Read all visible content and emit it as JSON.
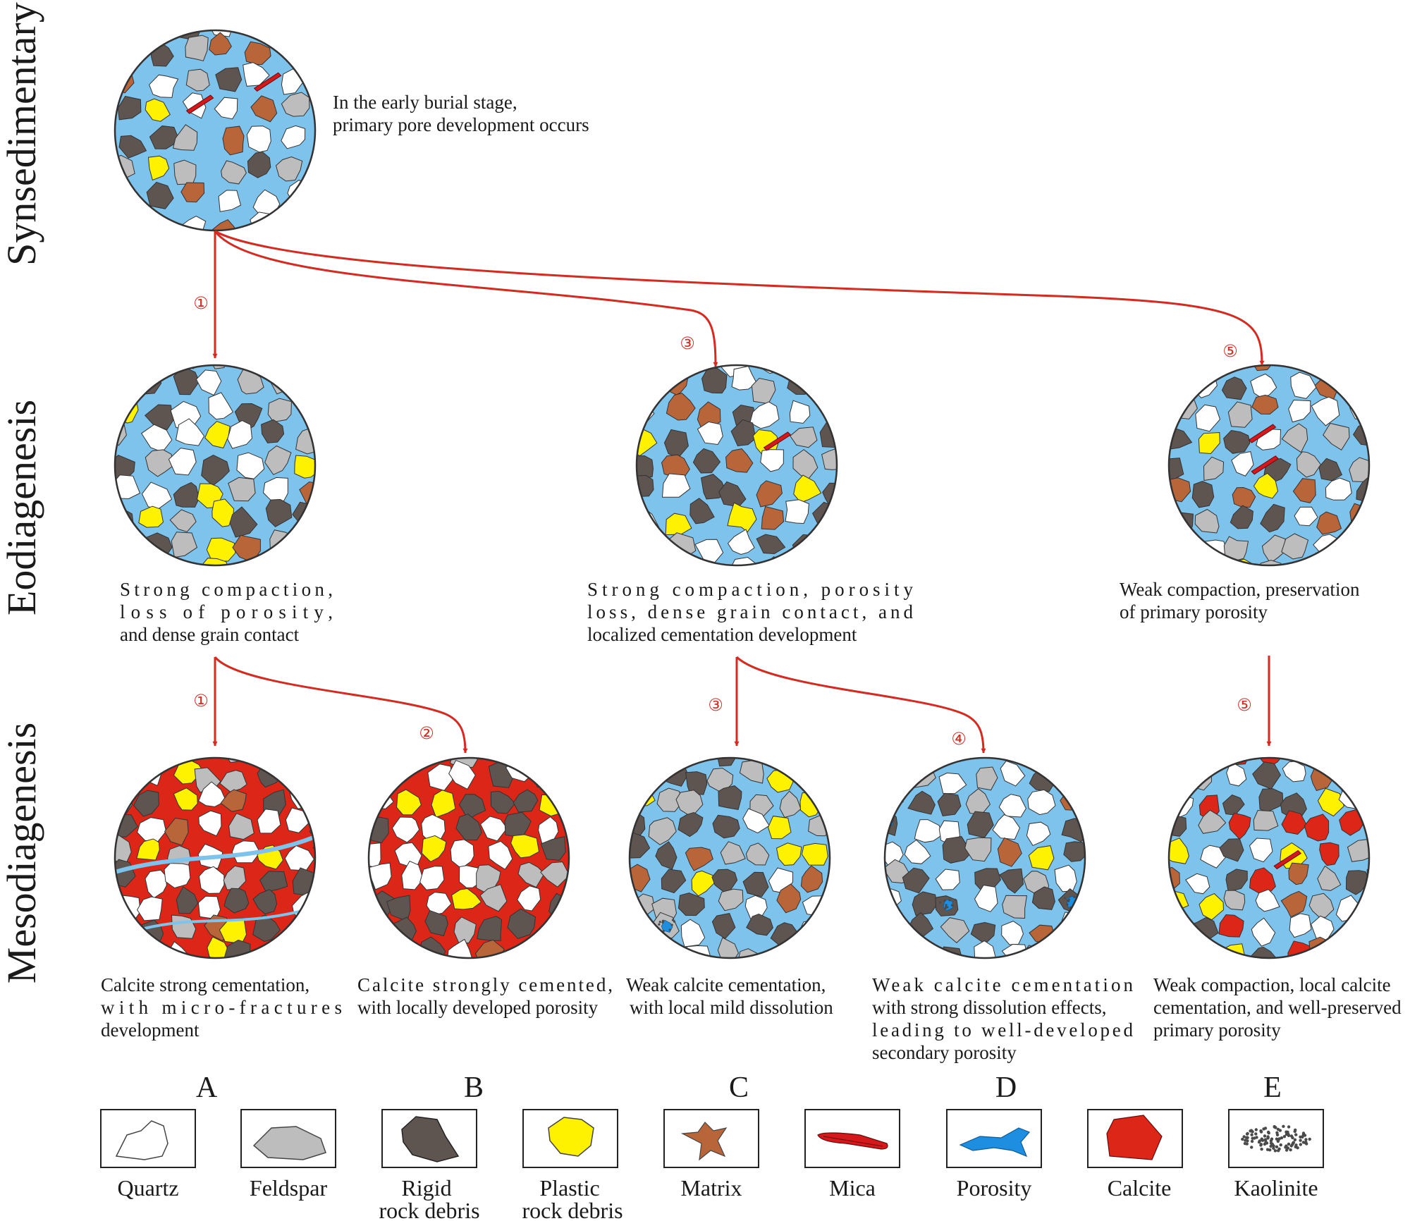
{
  "stages": {
    "syn": "Synsedimentary",
    "eo": "Eodiagenesis",
    "meso": "Mesodiagenesis"
  },
  "captions": {
    "syn": [
      "In the early burial stage,",
      "primary pore development occurs"
    ],
    "eo1": [
      "Strong compaction,",
      "loss of porosity,",
      "and dense grain contact"
    ],
    "eo3": [
      "Strong compaction, porosity",
      "loss, dense grain contact, and",
      "localized cementation development"
    ],
    "eo5": [
      "Weak compaction, preservation",
      "of primary porosity"
    ],
    "m1": [
      "Calcite strong cementation,",
      "with micro-fractures",
      "development"
    ],
    "m2": [
      "Calcite strongly cemented,",
      "with locally developed porosity"
    ],
    "m3": [
      "Weak calcite cementation,",
      "with local mild dissolution"
    ],
    "m4": [
      "Weak calcite cementation",
      "with strong dissolution effects,",
      "leading to well-developed",
      "secondary porosity"
    ],
    "m5": [
      "Weak compaction, local calcite",
      "cementation, and well-preserved",
      "primary porosity"
    ]
  },
  "path_numbers": {
    "p1a": "①",
    "p3a": "③",
    "p5a": "⑤",
    "p1b": "①",
    "p2": "②",
    "p3b": "③",
    "p4": "④",
    "p5b": "⑤"
  },
  "legend": {
    "letters": [
      "A",
      "B",
      "C",
      "D",
      "E"
    ],
    "items": [
      {
        "label": [
          "Quartz"
        ]
      },
      {
        "label": [
          "Feldspar"
        ]
      },
      {
        "label": [
          "Rigid",
          "rock debris"
        ]
      },
      {
        "label": [
          "Plastic",
          "rock debris"
        ]
      },
      {
        "label": [
          "Matrix"
        ]
      },
      {
        "label": [
          "Mica"
        ]
      },
      {
        "label": [
          "Porosity"
        ]
      },
      {
        "label": [
          "Calcite"
        ]
      },
      {
        "label": [
          "Kaolinite"
        ]
      }
    ]
  },
  "colors": {
    "quartz": "#ffffff",
    "feldspar": "#bdbdbd",
    "rigid_debris": "#5f5550",
    "plastic_debris": "#fff200",
    "matrix": "#b8653a",
    "mica": "#d3191c",
    "porosity": "#7ec3ec",
    "porosity_legend": "#1e8fe0",
    "calcite": "#dc2617",
    "kaolinite": "#4a4a4a",
    "arrow": "#d42a20",
    "outline": "#333333"
  }
}
